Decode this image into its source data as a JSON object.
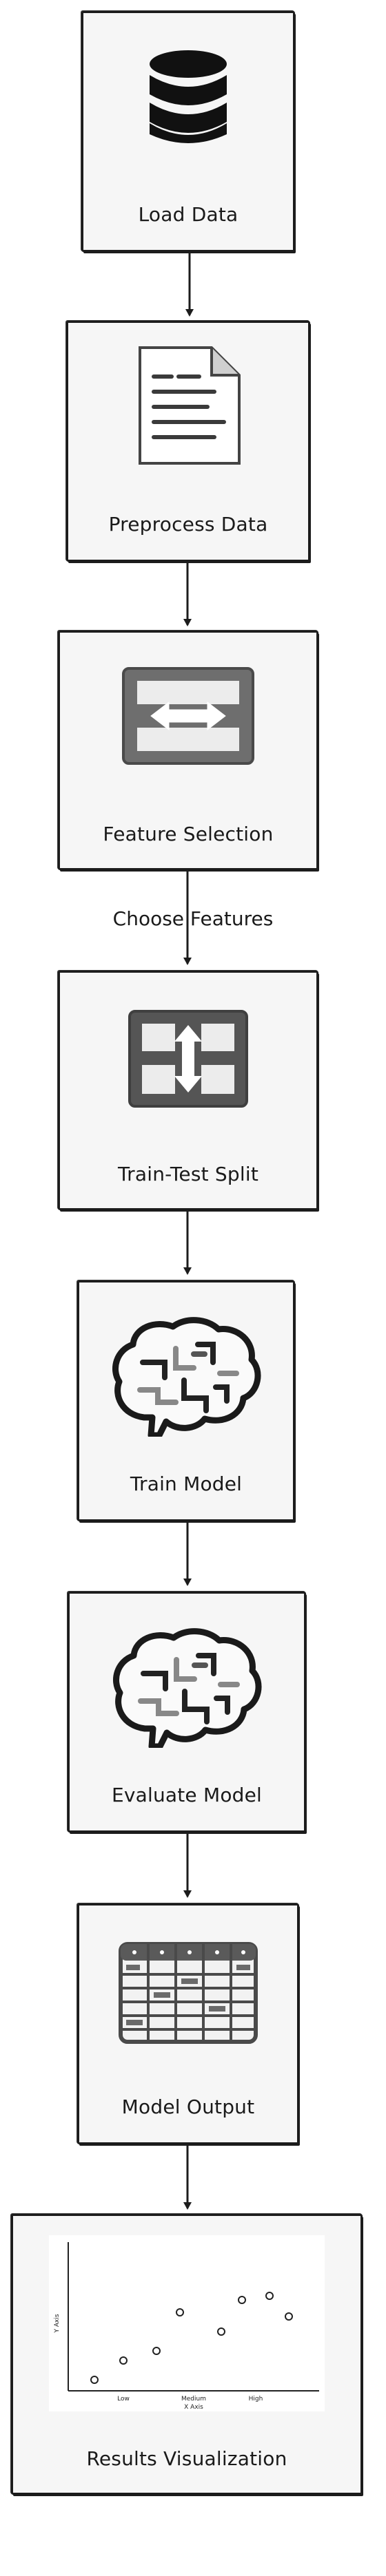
{
  "diagram": {
    "type": "flowchart",
    "direction": "top-to-bottom",
    "nodes": [
      {
        "id": "load-data",
        "label": "Load Data",
        "icon": "database-icon"
      },
      {
        "id": "preprocess-data",
        "label": "Preprocess Data",
        "icon": "document-icon"
      },
      {
        "id": "feature-selection",
        "label": "Feature Selection",
        "icon": "horizontal-arrows-icon"
      },
      {
        "id": "train-test-split",
        "label": "Train-Test Split",
        "icon": "vertical-arrows-icon"
      },
      {
        "id": "train-model",
        "label": "Train Model",
        "icon": "brain-icon"
      },
      {
        "id": "evaluate-model",
        "label": "Evaluate Model",
        "icon": "brain-icon"
      },
      {
        "id": "model-output",
        "label": "Model Output",
        "icon": "table-icon"
      },
      {
        "id": "results-visualization",
        "label": "Results Visualization",
        "icon": "scatter-plot-icon"
      }
    ],
    "edges": [
      {
        "from": "load-data",
        "to": "preprocess-data",
        "label": ""
      },
      {
        "from": "preprocess-data",
        "to": "feature-selection",
        "label": ""
      },
      {
        "from": "feature-selection",
        "to": "train-test-split",
        "label": "Choose Features"
      },
      {
        "from": "train-test-split",
        "to": "train-model",
        "label": ""
      },
      {
        "from": "train-model",
        "to": "evaluate-model",
        "label": ""
      },
      {
        "from": "evaluate-model",
        "to": "model-output",
        "label": ""
      },
      {
        "from": "model-output",
        "to": "results-visualization",
        "label": ""
      }
    ]
  },
  "scatter": {
    "y_label": "Y Axis",
    "x_label": "X Axis",
    "x_ticks": [
      "Low",
      "Medium",
      "High"
    ]
  }
}
